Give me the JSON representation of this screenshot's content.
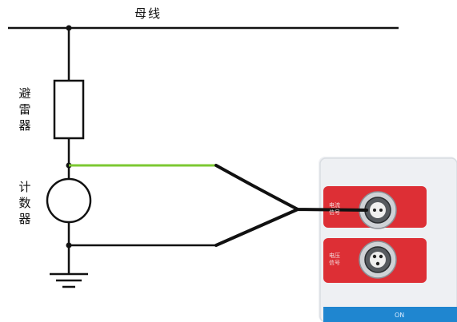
{
  "bus": {
    "label": "母线"
  },
  "arrester": {
    "label": "避雷器"
  },
  "counter": {
    "label": "计数器"
  },
  "device": {
    "current_signal_label": "电流信号",
    "voltage_signal_label": "电压信号",
    "on_label": "ON"
  },
  "colors": {
    "wire": "#111111",
    "green_wire": "#7cc832",
    "panel_bg": "#eef0f3",
    "panel_red": "#dd2f35",
    "panel_blue": "#1f86d0"
  },
  "icons": [
    "ground-icon",
    "junction-dot",
    "connector-socket-icon"
  ]
}
